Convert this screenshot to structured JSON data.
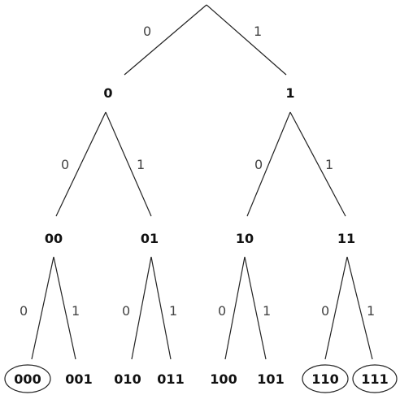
{
  "tree": {
    "nodes": [
      {
        "id": "root",
        "label": ""
      },
      {
        "id": "n0",
        "label": "0"
      },
      {
        "id": "n1",
        "label": "1"
      },
      {
        "id": "n00",
        "label": "00"
      },
      {
        "id": "n01",
        "label": "01"
      },
      {
        "id": "n10",
        "label": "10"
      },
      {
        "id": "n11",
        "label": "11"
      },
      {
        "id": "n000",
        "label": "000",
        "circled": true
      },
      {
        "id": "n001",
        "label": "001"
      },
      {
        "id": "n010",
        "label": "010"
      },
      {
        "id": "n011",
        "label": "011"
      },
      {
        "id": "n100",
        "label": "100"
      },
      {
        "id": "n101",
        "label": "101"
      },
      {
        "id": "n110",
        "label": "110",
        "circled": true
      },
      {
        "id": "n111",
        "label": "111",
        "circled": true
      }
    ],
    "edges": [
      {
        "from": "root",
        "to": "n0",
        "label": "0"
      },
      {
        "from": "root",
        "to": "n1",
        "label": "1"
      },
      {
        "from": "n0",
        "to": "n00",
        "label": "0"
      },
      {
        "from": "n0",
        "to": "n01",
        "label": "1"
      },
      {
        "from": "n1",
        "to": "n10",
        "label": "0"
      },
      {
        "from": "n1",
        "to": "n11",
        "label": "1"
      },
      {
        "from": "n00",
        "to": "n000",
        "label": "0"
      },
      {
        "from": "n00",
        "to": "n001",
        "label": "1"
      },
      {
        "from": "n01",
        "to": "n010",
        "label": "0"
      },
      {
        "from": "n01",
        "to": "n011",
        "label": "1"
      },
      {
        "from": "n10",
        "to": "n100",
        "label": "0"
      },
      {
        "from": "n10",
        "to": "n101",
        "label": "1"
      },
      {
        "from": "n11",
        "to": "n110",
        "label": "0"
      },
      {
        "from": "n11",
        "to": "n111",
        "label": "1"
      }
    ]
  }
}
